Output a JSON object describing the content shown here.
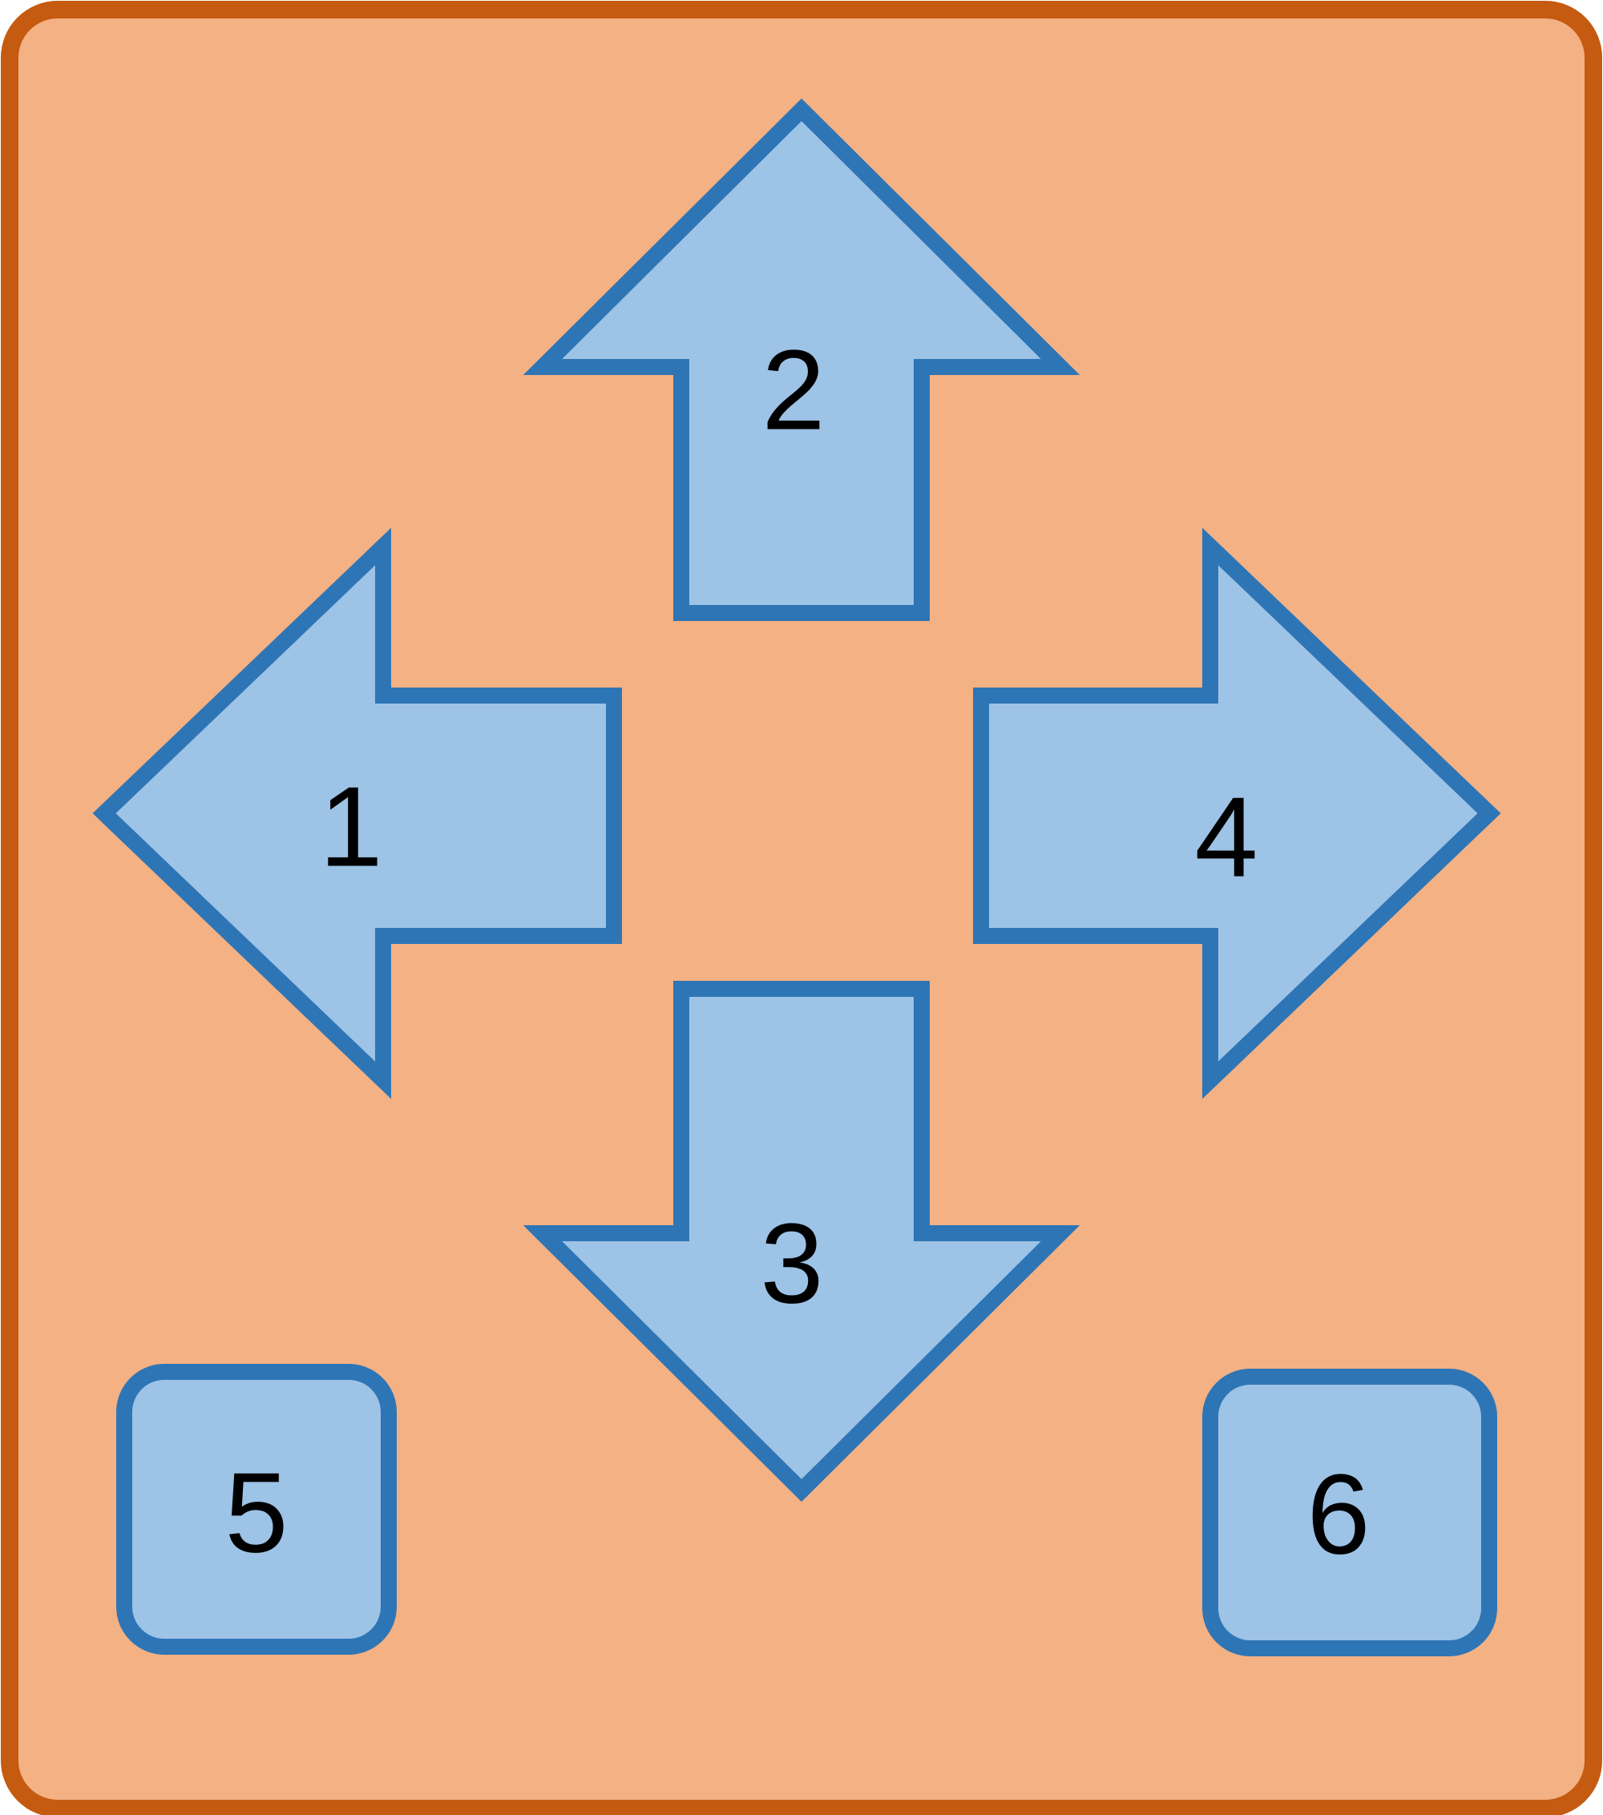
{
  "page": {
    "background_color": "#FFFFFF"
  },
  "card": {
    "fill": "#F4B183",
    "border_color": "#C55A11",
    "border_width": "22",
    "corner_radius": "60"
  },
  "shape_style": {
    "fill": "#9DC3E6",
    "border_color": "#2E75B6",
    "border_width": "20",
    "corner_radius": "50",
    "label_color": "#000000",
    "label_font_size": "142"
  },
  "shapes": {
    "arrow_left": {
      "label": "1",
      "direction": "left"
    },
    "arrow_up": {
      "label": "2",
      "direction": "up"
    },
    "arrow_down": {
      "label": "3",
      "direction": "down"
    },
    "arrow_right": {
      "label": "4",
      "direction": "right"
    },
    "square_bottom_left": {
      "label": "5"
    },
    "square_bottom_right": {
      "label": "6"
    }
  }
}
